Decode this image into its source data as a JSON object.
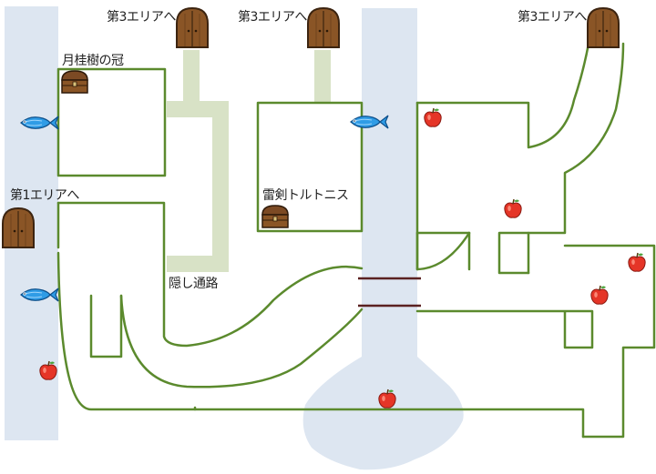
{
  "labels": {
    "to_area3_left": "第3エリアへ",
    "to_area3_middle": "第3エリアへ",
    "to_area3_right": "第3エリアへ",
    "to_area1": "第1エリアへ",
    "laurel_crown": "月桂樹の冠",
    "thunder_sword": "雷剣トルトニス",
    "hidden_passage": "隠し通路"
  },
  "icons": {
    "door": "door-icon",
    "treasure": "treasure-chest-icon",
    "fish": "fish-icon",
    "apple": "apple-icon"
  },
  "colors": {
    "water": "#dde6f1",
    "wall": "#5b8a2d",
    "hidden_path": "#d8e2c6",
    "door": "#8a5526",
    "bridge": "#5a2121",
    "fish": "#2f9ce6",
    "apple": "#e53527"
  }
}
